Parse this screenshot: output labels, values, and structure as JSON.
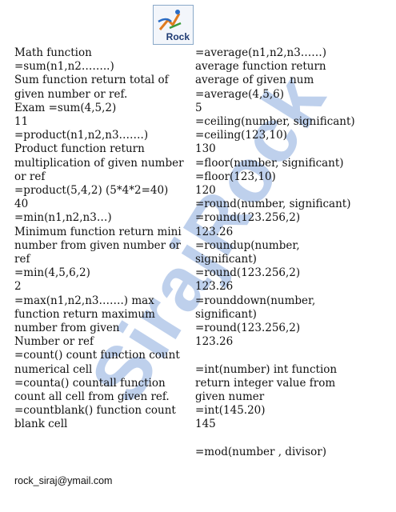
{
  "logo": {
    "word": "Rock"
  },
  "watermark": "SirajRock",
  "left_column": [
    "Math function",
    "=sum(n1,n2……..)",
    "Sum function return total of",
    "given number or ref.",
    "Exam =sum(4,5,2)",
    "11",
    "=product(n1,n2,n3…….)",
    "Product function return",
    "multiplication of given number",
    "or ref",
    "=product(5,4,2) (5*4*2=40)",
    "40",
    "=min(n1,n2,n3…)",
    "Minimum function return mini",
    "number from given number or",
    "ref",
    "=min(4,5,6,2)",
    "2",
    "=max(n1,n2,n3…….) max",
    "function return maximum",
    "number from given",
    "Number or ref",
    "=count() count function count",
    "numerical cell",
    "=counta() countall function",
    "count all cell from given ref.",
    "=countblank() function count",
    "blank cell"
  ],
  "right_column": [
    "=average(n1,n2,n3……)",
    "average function return",
    "average of given num",
    "=average(4,5,6)",
    "5",
    "=ceiling(number, significant)",
    "=ceiling(123,10)",
    "130",
    "=floor(number, significant)",
    "=floor(123,10)",
    "120",
    "=round(number, significant)",
    "=round(123.256,2)",
    "123.26",
    "=roundup(number,",
    "significant)",
    "=round(123.256,2)",
    "123.26",
    "=rounddown(number,",
    "significant)",
    "=round(123.256,2)",
    "123.26",
    "",
    "=int(number) int function",
    "return integer value from",
    "given numer",
    "=int(145.20)",
    "145",
    "",
    "=mod(number , divisor)"
  ],
  "footer": {
    "email": "rock_siraj@ymail.com"
  }
}
